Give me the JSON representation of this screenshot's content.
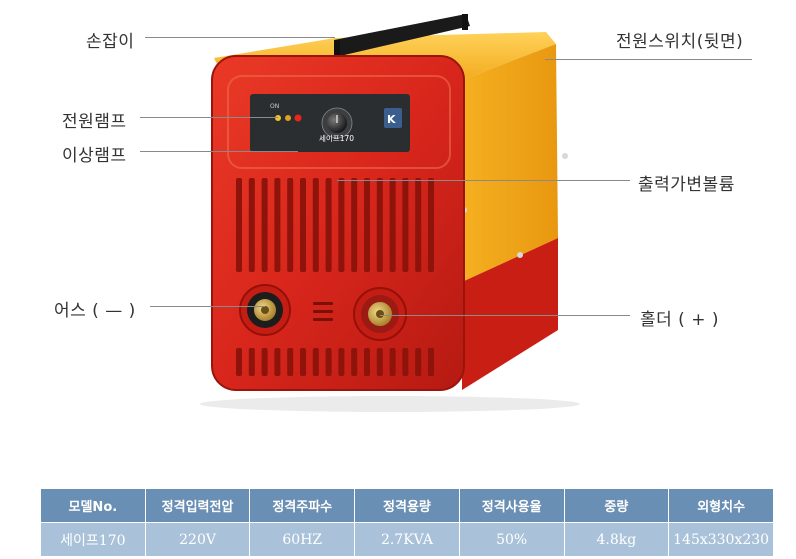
{
  "labels": {
    "handle": "손잡이",
    "power_switch": "전원스위치(뒷면)",
    "power_lamp": "전원램프",
    "error_lamp": "이상램프",
    "output_knob": "출력가변볼륨",
    "ground": "어스 ( — )",
    "holder": "홀더 ( + )"
  },
  "panel": {
    "model": "세이프170",
    "lamp_on": "ON"
  },
  "colors": {
    "body_red": "#d8261c",
    "body_yellow": "#f0a818",
    "table_header": "#6a8fb4",
    "table_cell": "#a9c2da"
  },
  "table": {
    "headers": [
      "모델No.",
      "정격입력전압",
      "정격주파수",
      "정격용량",
      "정격사용율",
      "중량",
      "외형치수"
    ],
    "row": [
      "세이프170",
      "220V",
      "60HZ",
      "2.7KVA",
      "50%",
      "4.8kg",
      "145x330x230"
    ]
  }
}
